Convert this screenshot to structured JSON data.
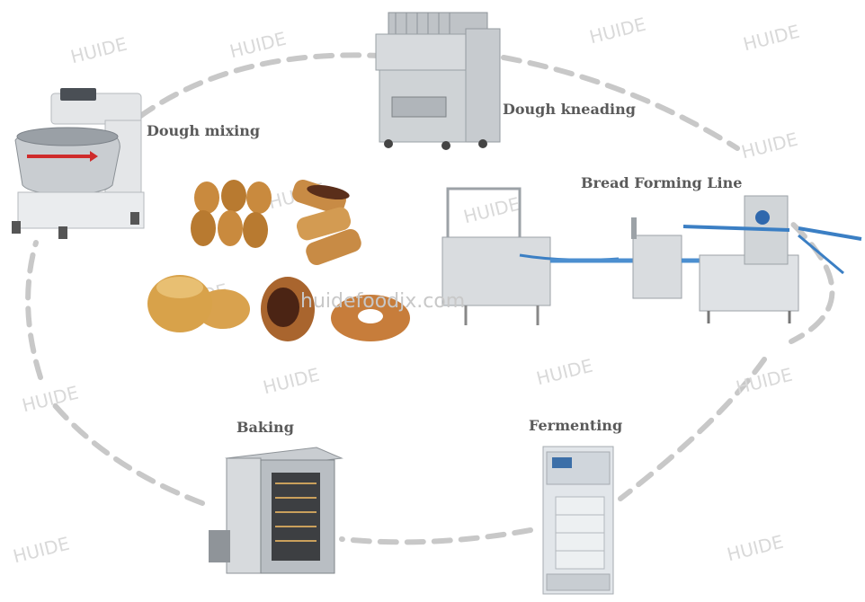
{
  "steps": {
    "mixing": "Dough mixing",
    "kneading": "Dough kneading",
    "forming": "Bread Forming Line",
    "fermenting": "Fermenting",
    "baking": "Baking"
  },
  "watermark": "HUIDE",
  "website": "huidefoodjx.com",
  "colors": {
    "dash": "#c8c8c8",
    "steel": "#d6d9dc",
    "belt": "#3b7fc4",
    "label": "#5a5a5a",
    "bread": "#c98a3e"
  }
}
